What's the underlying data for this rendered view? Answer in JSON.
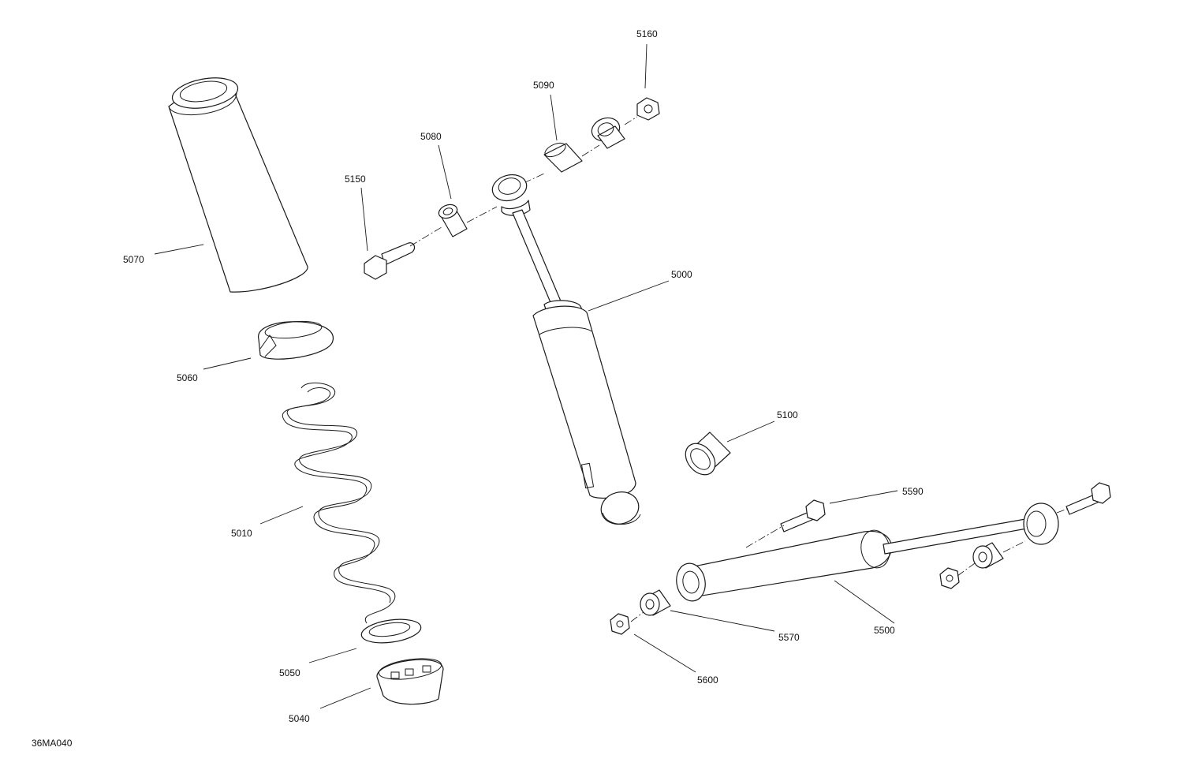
{
  "diagram_id": "36MA040",
  "parts": {
    "p5160": "5160",
    "p5090": "5090",
    "p5080": "5080",
    "p5150": "5150",
    "p5070": "5070",
    "p5000": "5000",
    "p5060": "5060",
    "p5100": "5100",
    "p5590": "5590",
    "p5010": "5010",
    "p5500": "5500",
    "p5570": "5570",
    "p5050": "5050",
    "p5600": "5600",
    "p5040": "5040"
  }
}
